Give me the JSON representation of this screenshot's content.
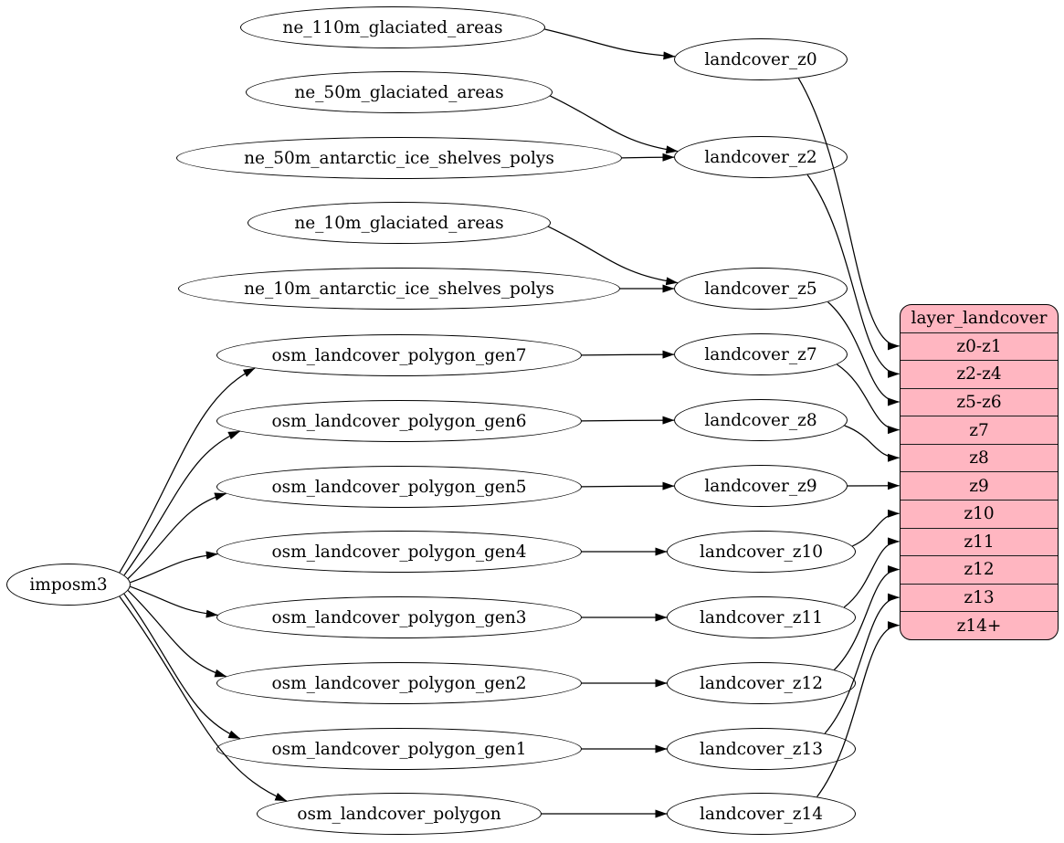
{
  "nodes": {
    "imposm3": {
      "label": "imposm3"
    },
    "ne_110m_glaciated_areas": {
      "label": "ne_110m_glaciated_areas"
    },
    "ne_50m_glaciated_areas": {
      "label": "ne_50m_glaciated_areas"
    },
    "ne_50m_antarctic_ice_shelves_polys": {
      "label": "ne_50m_antarctic_ice_shelves_polys"
    },
    "ne_10m_glaciated_areas": {
      "label": "ne_10m_glaciated_areas"
    },
    "ne_10m_antarctic_ice_shelves_polys": {
      "label": "ne_10m_antarctic_ice_shelves_polys"
    },
    "osm_landcover_polygon_gen7": {
      "label": "osm_landcover_polygon_gen7"
    },
    "osm_landcover_polygon_gen6": {
      "label": "osm_landcover_polygon_gen6"
    },
    "osm_landcover_polygon_gen5": {
      "label": "osm_landcover_polygon_gen5"
    },
    "osm_landcover_polygon_gen4": {
      "label": "osm_landcover_polygon_gen4"
    },
    "osm_landcover_polygon_gen3": {
      "label": "osm_landcover_polygon_gen3"
    },
    "osm_landcover_polygon_gen2": {
      "label": "osm_landcover_polygon_gen2"
    },
    "osm_landcover_polygon_gen1": {
      "label": "osm_landcover_polygon_gen1"
    },
    "osm_landcover_polygon": {
      "label": "osm_landcover_polygon"
    },
    "landcover_z0": {
      "label": "landcover_z0"
    },
    "landcover_z2": {
      "label": "landcover_z2"
    },
    "landcover_z5": {
      "label": "landcover_z5"
    },
    "landcover_z7": {
      "label": "landcover_z7"
    },
    "landcover_z8": {
      "label": "landcover_z8"
    },
    "landcover_z9": {
      "label": "landcover_z9"
    },
    "landcover_z10": {
      "label": "landcover_z10"
    },
    "landcover_z11": {
      "label": "landcover_z11"
    },
    "landcover_z12": {
      "label": "landcover_z12"
    },
    "landcover_z13": {
      "label": "landcover_z13"
    },
    "landcover_z14": {
      "label": "landcover_z14"
    }
  },
  "table": {
    "title": "layer_landcover",
    "fill_color": "#ffb6c1",
    "border_color": "#000000",
    "rows": [
      {
        "id": "z0-z1",
        "label": "z0-z1"
      },
      {
        "id": "z2-z4",
        "label": "z2-z4"
      },
      {
        "id": "z5-z6",
        "label": "z5-z6"
      },
      {
        "id": "z7",
        "label": "z7"
      },
      {
        "id": "z8",
        "label": "z8"
      },
      {
        "id": "z9",
        "label": "z9"
      },
      {
        "id": "z10",
        "label": "z10"
      },
      {
        "id": "z11",
        "label": "z11"
      },
      {
        "id": "z12",
        "label": "z12"
      },
      {
        "id": "z13",
        "label": "z13"
      },
      {
        "id": "z14+",
        "label": "z14+"
      }
    ]
  },
  "edges": [
    {
      "from": "ne_110m_glaciated_areas",
      "to": "landcover_z0"
    },
    {
      "from": "ne_50m_glaciated_areas",
      "to": "landcover_z2"
    },
    {
      "from": "ne_50m_antarctic_ice_shelves_polys",
      "to": "landcover_z2"
    },
    {
      "from": "ne_10m_glaciated_areas",
      "to": "landcover_z5"
    },
    {
      "from": "ne_10m_antarctic_ice_shelves_polys",
      "to": "landcover_z5"
    },
    {
      "from": "imposm3",
      "to": "osm_landcover_polygon_gen7"
    },
    {
      "from": "imposm3",
      "to": "osm_landcover_polygon_gen6"
    },
    {
      "from": "imposm3",
      "to": "osm_landcover_polygon_gen5"
    },
    {
      "from": "imposm3",
      "to": "osm_landcover_polygon_gen4"
    },
    {
      "from": "imposm3",
      "to": "osm_landcover_polygon_gen3"
    },
    {
      "from": "imposm3",
      "to": "osm_landcover_polygon_gen2"
    },
    {
      "from": "imposm3",
      "to": "osm_landcover_polygon_gen1"
    },
    {
      "from": "imposm3",
      "to": "osm_landcover_polygon"
    },
    {
      "from": "osm_landcover_polygon_gen7",
      "to": "landcover_z7"
    },
    {
      "from": "osm_landcover_polygon_gen6",
      "to": "landcover_z8"
    },
    {
      "from": "osm_landcover_polygon_gen5",
      "to": "landcover_z9"
    },
    {
      "from": "osm_landcover_polygon_gen4",
      "to": "landcover_z10"
    },
    {
      "from": "osm_landcover_polygon_gen3",
      "to": "landcover_z11"
    },
    {
      "from": "osm_landcover_polygon_gen2",
      "to": "landcover_z12"
    },
    {
      "from": "osm_landcover_polygon_gen1",
      "to": "landcover_z13"
    },
    {
      "from": "osm_landcover_polygon",
      "to": "landcover_z14"
    },
    {
      "from": "landcover_z0",
      "to": "row:z0-z1"
    },
    {
      "from": "landcover_z2",
      "to": "row:z2-z4"
    },
    {
      "from": "landcover_z5",
      "to": "row:z5-z6"
    },
    {
      "from": "landcover_z7",
      "to": "row:z7"
    },
    {
      "from": "landcover_z8",
      "to": "row:z8"
    },
    {
      "from": "landcover_z9",
      "to": "row:z9"
    },
    {
      "from": "landcover_z10",
      "to": "row:z10"
    },
    {
      "from": "landcover_z11",
      "to": "row:z11"
    },
    {
      "from": "landcover_z12",
      "to": "row:z12"
    },
    {
      "from": "landcover_z13",
      "to": "row:z13"
    },
    {
      "from": "landcover_z14",
      "to": "row:z14+"
    }
  ]
}
